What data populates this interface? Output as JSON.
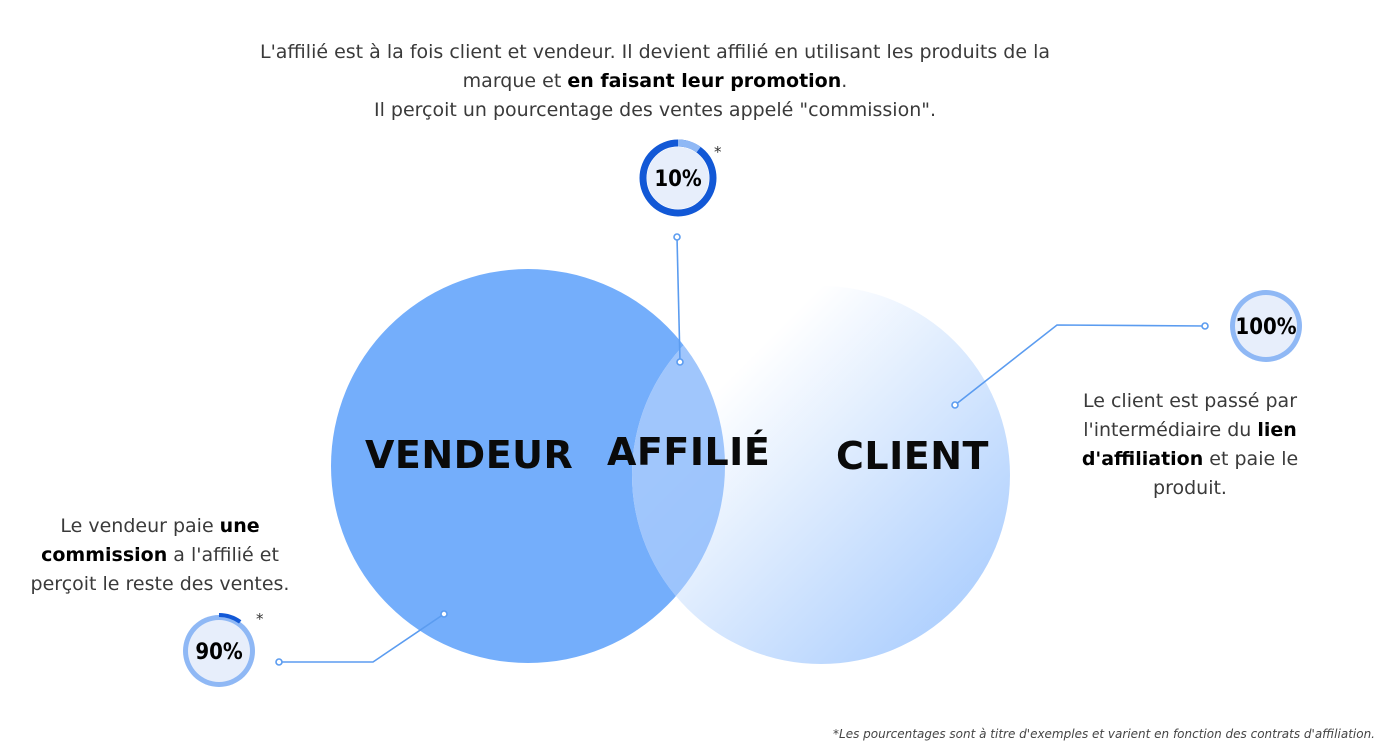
{
  "top_description": {
    "line1": "L'affilié est à la fois client et vendeur. Il devient affilié en utilisant les produits de la",
    "line2_before": "marque et ",
    "line2_bold": "en faisant leur promotion",
    "line2_after": ".",
    "line3": "Il perçoit un pourcentage des ventes appelé \"commission\"."
  },
  "circles": {
    "vendeur": "VENDEUR",
    "affilie": "AFFILIÉ",
    "client": "CLIENT"
  },
  "percentages": {
    "affilie": {
      "label": "10%",
      "value": 10
    },
    "client": {
      "label": "100%",
      "value": 100
    },
    "vendeur": {
      "label": "90%",
      "value": 90
    }
  },
  "client_description": {
    "part1": "Le client est passé par l'intermédiaire du ",
    "bold": "lien d'affiliation",
    "part2": " et paie le produit."
  },
  "vendeur_description": {
    "part1": "Le vendeur paie ",
    "bold": "une commission",
    "part2": " a l'affilié et perçoit le reste des ventes."
  },
  "asterisk": "*",
  "footnote": "*Les pourcentages sont à titre d'exemples et varient en fonction des contrats d'affiliation.",
  "colors": {
    "vendeur_circle": "#74aefb",
    "client_circle_light": "#ffffff",
    "client_circle_dark": "#9ec6fd",
    "gauge_ring": "#1258d6",
    "gauge_track": "#8fb8f5",
    "connector": "#5b9cf0"
  }
}
